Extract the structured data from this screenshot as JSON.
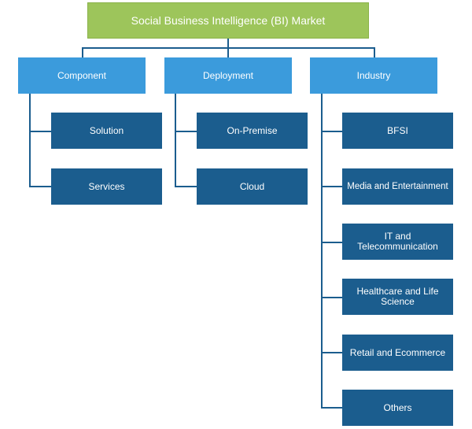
{
  "root": {
    "label": "Social Business Intelligence (BI) Market"
  },
  "categories": [
    {
      "label": "Component",
      "children": [
        "Solution",
        "Services"
      ]
    },
    {
      "label": "Deployment",
      "children": [
        "On-Premise",
        "Cloud"
      ]
    },
    {
      "label": "Industry",
      "children": [
        "BFSI",
        "Media and Entertainment",
        "IT and Telecommunication",
        "Healthcare and Life Science",
        "Retail and Ecommerce",
        "Others"
      ]
    }
  ],
  "colors": {
    "root": "#9dc55b",
    "category": "#3b9bdc",
    "leaf": "#1b5d8e",
    "connector": "#1b5d8e"
  }
}
